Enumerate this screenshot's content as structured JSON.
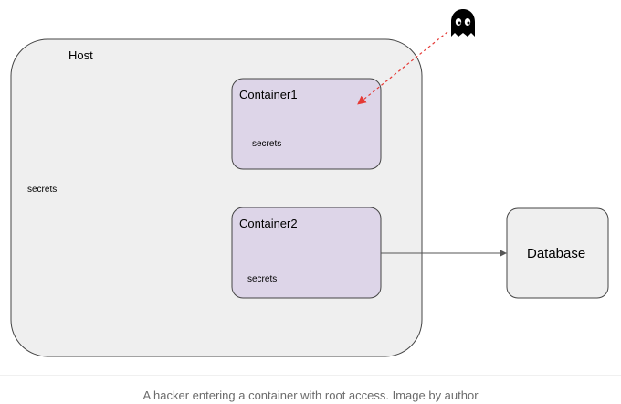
{
  "diagram": {
    "host": {
      "title": "Host",
      "secrets": "secrets"
    },
    "container1": {
      "title": "Container1",
      "secrets": "secrets"
    },
    "container2": {
      "title": "Container2",
      "secrets": "secrets"
    },
    "database": {
      "label": "Database"
    },
    "icons": {
      "attacker": "ghost-icon"
    },
    "colors": {
      "host_fill": "#efefef",
      "container_fill": "#ddd5e8",
      "database_fill": "#efefef",
      "attack_arrow": "#e53935",
      "connection_arrow": "#555555"
    }
  },
  "caption": "A hacker entering a container with root access. Image by author"
}
